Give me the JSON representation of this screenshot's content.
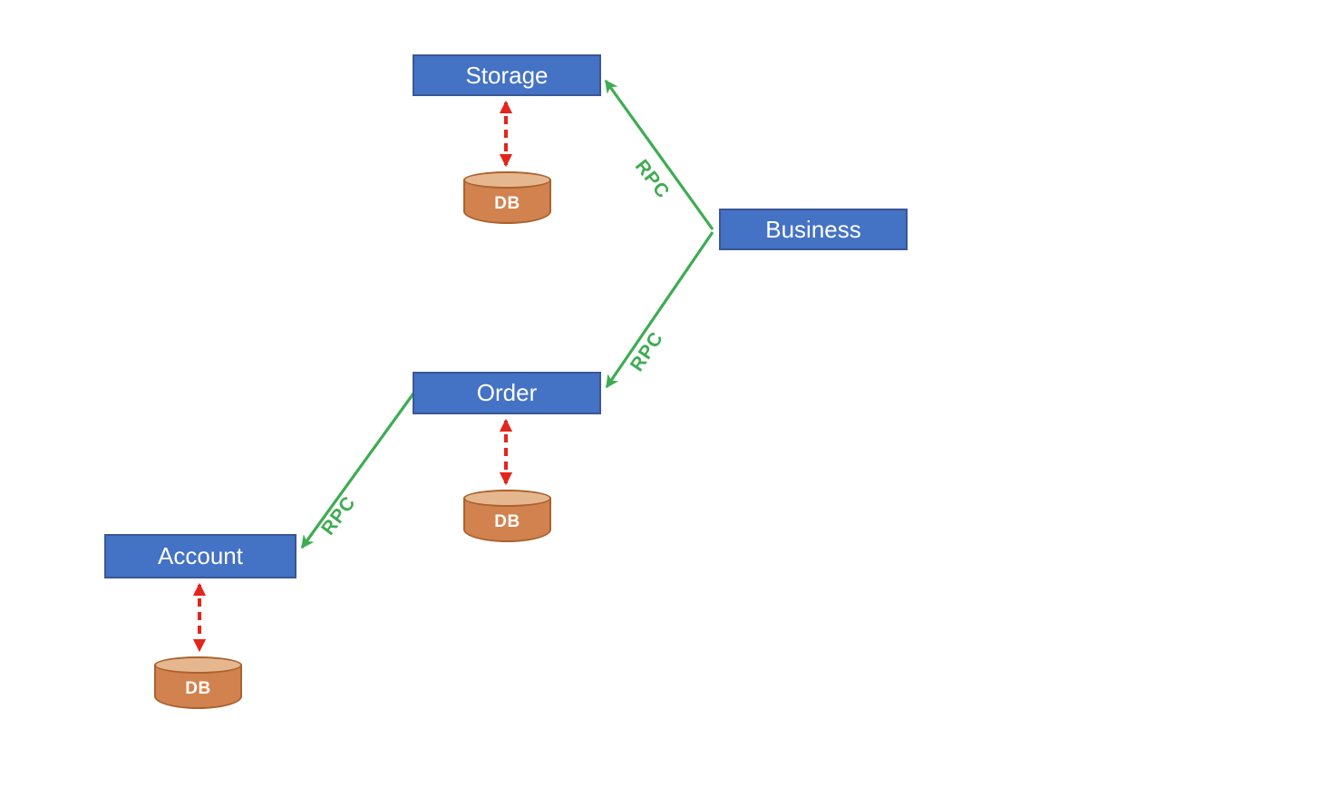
{
  "diagram": {
    "type": "architecture-diagram",
    "nodes": {
      "storage": {
        "label": "Storage"
      },
      "business": {
        "label": "Business"
      },
      "order": {
        "label": "Order"
      },
      "account": {
        "label": "Account"
      }
    },
    "databases": [
      {
        "label": "DB",
        "attached_to": "Storage"
      },
      {
        "label": "DB",
        "attached_to": "Order"
      },
      {
        "label": "DB",
        "attached_to": "Account"
      }
    ],
    "edges": [
      {
        "from": "Business",
        "to": "Storage",
        "label": "RPC",
        "style": "solid-green-arrow"
      },
      {
        "from": "Business",
        "to": "Order",
        "label": "RPC",
        "style": "solid-green-arrow"
      },
      {
        "from": "Order",
        "to": "Account",
        "label": "RPC",
        "style": "solid-green-arrow"
      },
      {
        "from": "Storage",
        "to": "DB",
        "label": "",
        "style": "dashed-red-double-arrow"
      },
      {
        "from": "Order",
        "to": "DB",
        "label": "",
        "style": "dashed-red-double-arrow"
      },
      {
        "from": "Account",
        "to": "DB",
        "label": "",
        "style": "dashed-red-double-arrow"
      }
    ],
    "colors": {
      "node_fill": "#4472C4",
      "node_border": "#3A5795",
      "node_text": "#FFFFFF",
      "db_fill": "#D2824E",
      "db_top_fill": "#E6B78F",
      "db_border": "#A9632F",
      "rpc_green": "#3EAC52",
      "db_link_red": "#E4251C",
      "background": "#FFFFFF"
    }
  }
}
